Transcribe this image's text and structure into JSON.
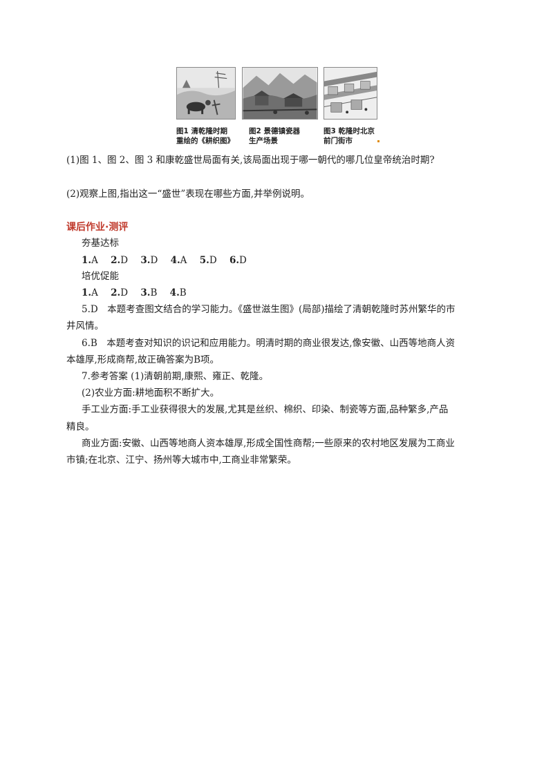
{
  "figures": [
    {
      "caption_l1": "图1 清乾隆时期",
      "caption_l2": "重绘的《耕织图》",
      "icon": "farming-scene-image"
    },
    {
      "caption_l1": "图2 景德镇瓷器",
      "caption_l2": "生产场景",
      "icon": "porcelain-workshop-image"
    },
    {
      "caption_l1": "图3 乾隆时北京",
      "caption_l2": "前门街市",
      "icon": "street-market-image"
    }
  ],
  "questions": {
    "q1": "(1)图 1、图 2、图 3 和康乾盛世局面有关,该局面出现于哪一朝代的哪几位皇帝统治时期?",
    "q2": "(2)观察上图,指出这一“盛世”表现在哪些方面,并举例说明。"
  },
  "section_title": "课后作业·测评",
  "basic": {
    "heading": "夯基达标",
    "answers": [
      {
        "n": "1.",
        "v": "A"
      },
      {
        "n": "2.",
        "v": "D"
      },
      {
        "n": "3.",
        "v": "D"
      },
      {
        "n": "4.",
        "v": "A"
      },
      {
        "n": "5.",
        "v": "D"
      },
      {
        "n": "6.",
        "v": "D"
      }
    ]
  },
  "advanced": {
    "heading": "培优促能",
    "answers": [
      {
        "n": "1.",
        "v": "A"
      },
      {
        "n": "2.",
        "v": "D"
      },
      {
        "n": "3.",
        "v": "B"
      },
      {
        "n": "4.",
        "v": "B"
      }
    ]
  },
  "explanations": {
    "e5_l1": "5.D　本题考查图文结合的学习能力。《盛世滋生图》(局部)描绘了清朝乾隆时苏州繁华的市",
    "e5_l2": "井风情。",
    "e6_l1": "6.B　本题考查对知识的识记和应用能力。明清时期的商业很发达,像安徽、山西等地商人资",
    "e6_l2": "本雄厚,形成商帮,故正确答案为B项。",
    "e7_l1": "7.参考答案 (1)清朝前期,康熙、雍正、乾隆。",
    "e7_l2": "(2)农业方面:耕地面积不断扩大。",
    "e7_l3": "手工业方面:手工业获得很大的发展,尤其是丝织、棉织、印染、制瓷等方面,品种繁多,产品",
    "e7_l4": "精良。",
    "e7_l5": "商业方面:安徽、山西等地商人资本雄厚,形成全国性商帮;一些原来的农村地区发展为工商业",
    "e7_l6": "市镇;在北京、江宁、扬州等大城市中,工商业非常繁荣。"
  }
}
